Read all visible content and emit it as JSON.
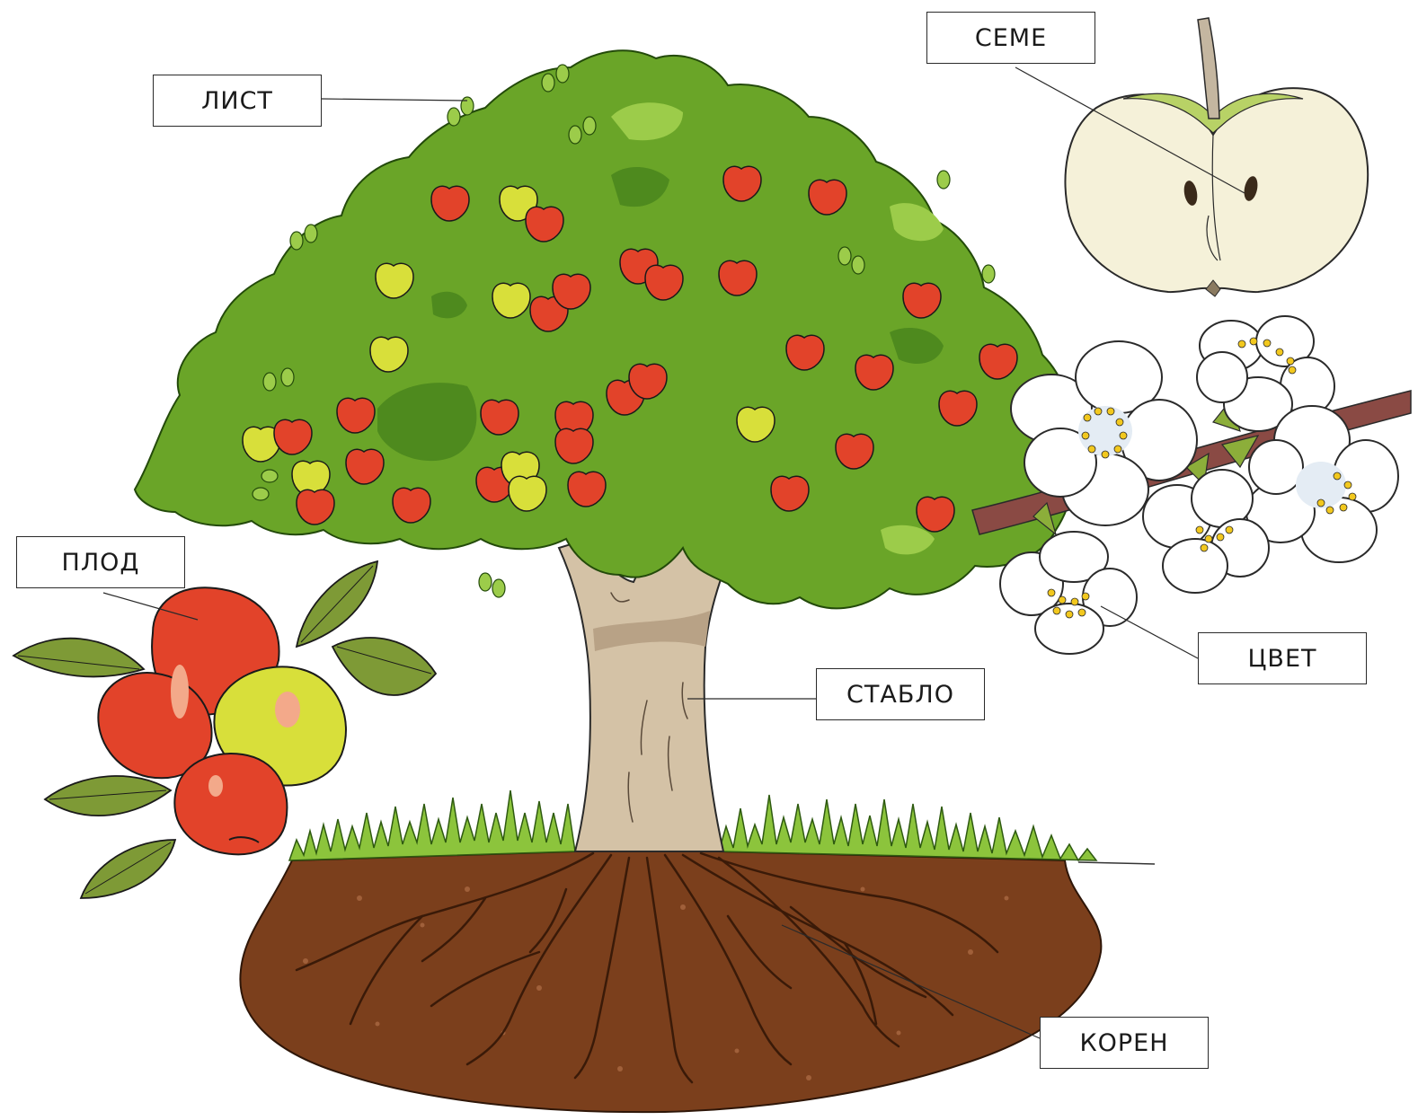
{
  "labels": {
    "leaf": "ЛИСТ",
    "seed": "СЕМЕ",
    "fruit": "ПЛОД",
    "flower": "ЦВЕТ",
    "trunk": "СТАБЛО",
    "root": "КОРЕН"
  },
  "colors": {
    "foliage": "#6aa528",
    "foliage_dark": "#4e8a1e",
    "foliage_light": "#9ccc4a",
    "apple_red": "#e2432a",
    "apple_yellow": "#d8df3a",
    "trunk": "#d4c2a6",
    "trunk_shadow": "#b8a286",
    "soil": "#7b3f1c",
    "root_line": "#3a1a08",
    "grass": "#8cc43c",
    "apple_flesh": "#f5f1d9",
    "seed": "#3a2a1a",
    "flower_white": "#ffffff",
    "flower_yellow": "#f2c81e",
    "branch": "#8a4a44",
    "leaf_green": "#8cae3a",
    "outline": "#1a1a1a"
  }
}
